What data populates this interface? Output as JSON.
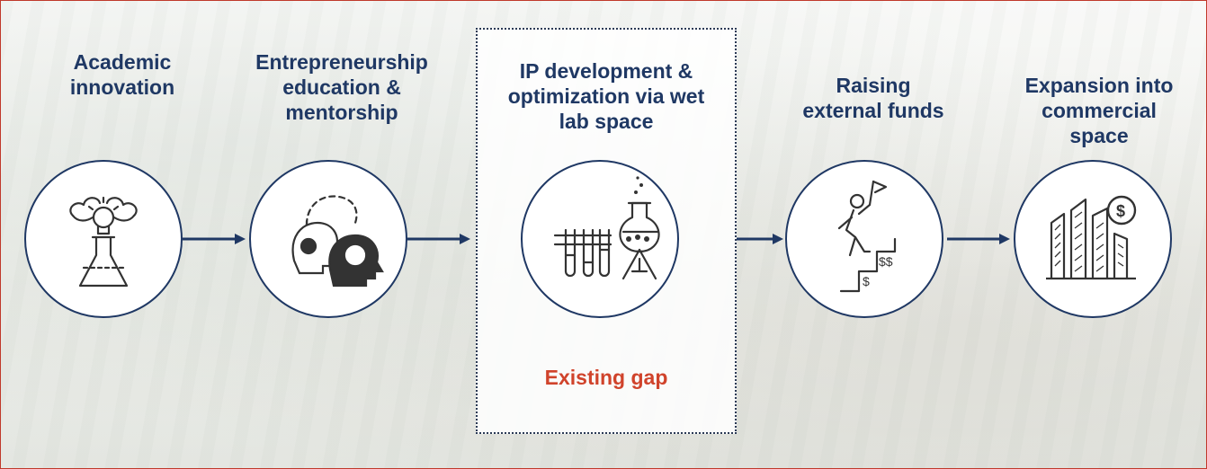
{
  "stages": [
    {
      "title": "Academic\ninnovation",
      "icon": "lightbulb-flask-icon"
    },
    {
      "title": "Entrepreneurship\neducation &\nmentorship",
      "icon": "mentoring-heads-icon"
    },
    {
      "title": "IP development &\noptimization via wet\nlab space",
      "icon": "lab-test-tubes-icon"
    },
    {
      "title": "Raising\nexternal funds",
      "icon": "climbing-stairs-flag-icon"
    },
    {
      "title": "Expansion into\ncommercial\nspace",
      "icon": "buildings-dollar-icon"
    }
  ],
  "gap_label": "Existing gap",
  "colors": {
    "navy": "#1f3864",
    "gap_red": "#d0432b",
    "border_red": "#c0392b"
  }
}
